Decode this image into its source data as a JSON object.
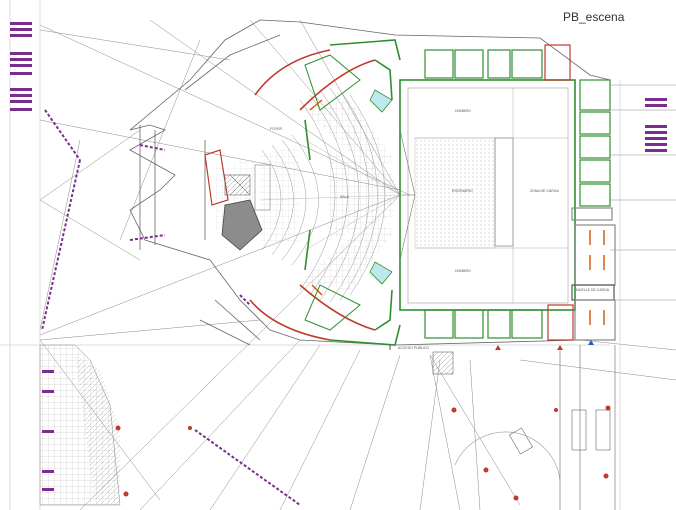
{
  "sheet": {
    "title": "PB_escena"
  },
  "rooms": {
    "stage_label": "ESCENARIO",
    "backstage_label": "ZONA DE CARGA",
    "side_upper_label": "HOMBRO",
    "side_lower_label": "HOMBRO",
    "hall_label": "SALA",
    "foyer_label": "FOYER",
    "access_label": "ACCESO PUBLICO",
    "loading_label": "MUELLE DE CARGA"
  },
  "colors": {
    "wall_green": "#2f8f2f",
    "wall_red": "#c0392b",
    "furniture_purple": "#7b2d8e",
    "line": "#777777",
    "hatch": "#999999",
    "glass_cyan": "#bfe8ee"
  }
}
